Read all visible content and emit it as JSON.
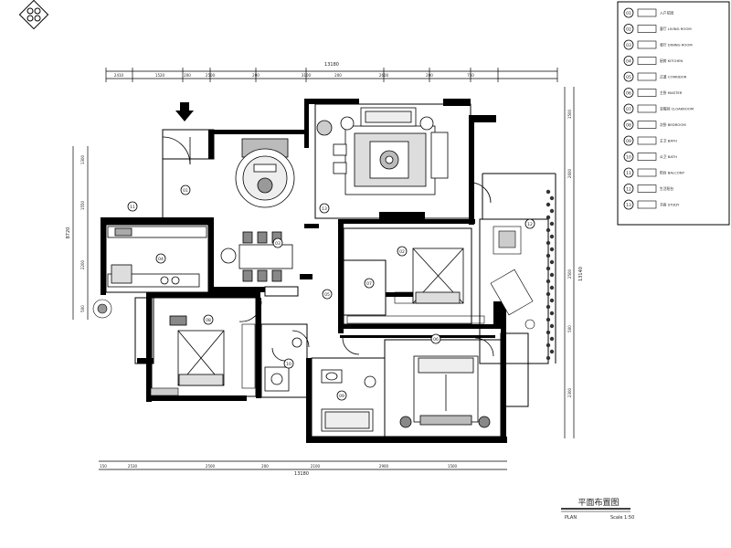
{
  "title_block": {
    "title": "平面布置图",
    "sub_left": "PLAN",
    "sub_right": "Scale 1:50"
  },
  "dimensions": {
    "top_overall": "13180",
    "top_segments": [
      "2410",
      "1520",
      "200",
      "2500",
      "200",
      "3100",
      "200",
      "2600",
      "200",
      "750"
    ],
    "bottom_overall": "13180",
    "bottom_segments": [
      "150",
      "2530",
      "2500",
      "200",
      "2100",
      "2900",
      "1500"
    ],
    "left_overall": "8720",
    "left_segments": [
      "1300",
      "1550",
      "2200",
      "500"
    ],
    "right_overall": "13140",
    "right_segments": [
      "1500",
      "2600",
      "2500",
      "500",
      "2300"
    ]
  },
  "room_numbers": [
    "01",
    "02",
    "03",
    "04",
    "05",
    "06",
    "07",
    "08",
    "09",
    "10",
    "11",
    "12",
    "13"
  ],
  "legend": {
    "rows": [
      {
        "num": "01",
        "text": "入户花园"
      },
      {
        "num": "02",
        "text": "客厅 LIVING ROOM"
      },
      {
        "num": "03",
        "text": "餐厅 DINING ROOM"
      },
      {
        "num": "04",
        "text": "厨房 KITCHEN"
      },
      {
        "num": "05",
        "text": "过道 CORRIDOR"
      },
      {
        "num": "06",
        "text": "主卧 MASTER"
      },
      {
        "num": "07",
        "text": "衣帽间 CLOAKROOM"
      },
      {
        "num": "08",
        "text": "次卧 BEDROOM"
      },
      {
        "num": "09",
        "text": "主卫 BATH"
      },
      {
        "num": "10",
        "text": "公卫 BATH"
      },
      {
        "num": "11",
        "text": "阳台 BALCONY"
      },
      {
        "num": "12",
        "text": "生活阳台"
      },
      {
        "num": "13",
        "text": "书房 STUDY"
      }
    ]
  },
  "icons": {
    "logo": "diamond-circles-icon",
    "entry": "entry-arrow-icon"
  }
}
